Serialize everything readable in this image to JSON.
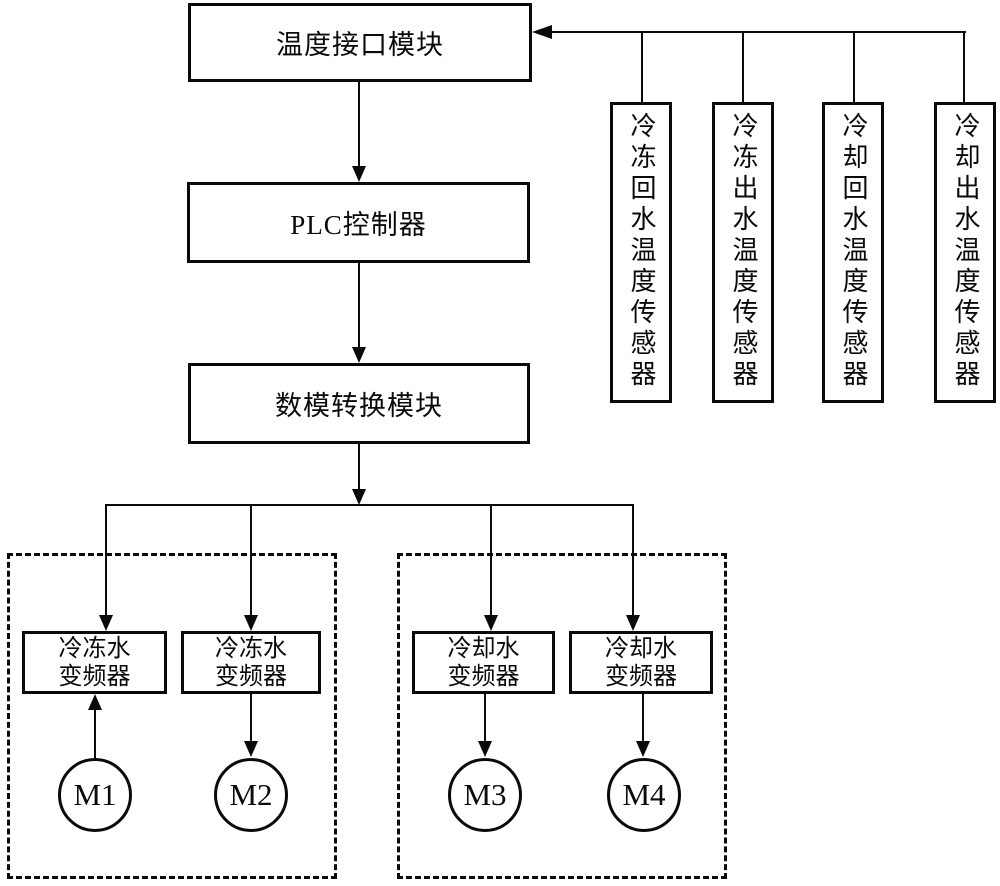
{
  "diagram": {
    "colors": {
      "line": "#0a0a0a",
      "background": "#ffffff"
    },
    "temp_interface": {
      "label": "温度接口模块"
    },
    "plc": {
      "label": "PLC控制器"
    },
    "da_module": {
      "label": "数模转换模块"
    },
    "sensors": [
      {
        "label": "冷冻回水温度传感器"
      },
      {
        "label": "冷冻出水温度传感器"
      },
      {
        "label": "冷却回水温度传感器"
      },
      {
        "label": "冷却出水温度传感器"
      }
    ],
    "inverters": [
      {
        "label": "冷冻水\n变频器"
      },
      {
        "label": "冷冻水\n变频器"
      },
      {
        "label": "冷却水\n变频器"
      },
      {
        "label": "冷却水\n变频器"
      }
    ],
    "motors": [
      {
        "label": "M1"
      },
      {
        "label": "M2"
      },
      {
        "label": "M3"
      },
      {
        "label": "M4"
      }
    ]
  }
}
